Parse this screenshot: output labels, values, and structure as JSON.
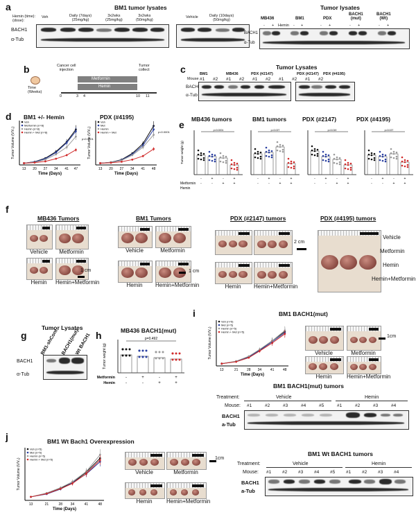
{
  "a": {
    "label": "a",
    "left_title": "BM1 tumor lysates",
    "right_title": "Tumor lysates",
    "hemin_header": "Hemin (time):\n(dose):",
    "groups": [
      "Veh",
      "Daily (7days)\n(25mg/kg)",
      "3x2wks\n(25mg/kg)",
      "3x2wks\n(50mg/kg)",
      "Vehicle",
      "Daily (10days)\n(50mg/kg)"
    ],
    "rows": [
      "BACH1",
      "α-Tub"
    ],
    "right_groups": [
      "MB436",
      "BM1",
      "PDX",
      "BACH1\n(mut)",
      "BACH1\n(Wt)"
    ],
    "hemin_row": "Hemin",
    "signs": [
      "-",
      "+",
      "-",
      "+",
      "-",
      "+",
      "-",
      "+",
      "-",
      "+"
    ],
    "right_rows": [
      "BACH1",
      "α-Tub"
    ]
  },
  "b": {
    "label": "b",
    "injection": "Cancer cell\ninjection",
    "collect": "Tumor\ncollect",
    "metformin": "Metformin",
    "hemin": "Hemin",
    "time": "Time\n(Weeks)",
    "ticks": [
      "0",
      "3",
      "4",
      "10",
      "11"
    ]
  },
  "c": {
    "label": "c",
    "title": "Tumor Lysates",
    "groups": [
      "BM1",
      "MB436",
      "PDX (#2147)",
      "PDX (#2147)",
      "PDX (#4195)"
    ],
    "mouse_label": "Mouse",
    "mice": [
      "#1",
      "#2",
      "#1",
      "#2",
      "#1",
      "#2",
      "#1",
      "#2",
      "#1",
      "#2"
    ],
    "rows": [
      "BACH1",
      "α-Tub"
    ]
  },
  "d": {
    "label": "d",
    "titles": [
      "BM1 +/- Hemin",
      "PDX (#4195)"
    ],
    "ylabel": "Tumor Volume (V/V₀)",
    "xlabel": "Time (Days)",
    "legend_bm1": [
      "Veh",
      "Metformin (n=8)",
      "Hemin (n=8)",
      "Hemin + Met (n=8)"
    ],
    "legend_pdx": [
      "Veh",
      "Met",
      "Hemin",
      "Hemin + Met"
    ],
    "pvals": [
      "p<0.0001",
      "p<0.0001"
    ]
  },
  "e": {
    "label": "e",
    "titles": [
      "MB436 tumors",
      "BM1 tumors",
      "PDX (#2147)",
      "PDX (#4195)"
    ],
    "ylabel": "Tumor weight (g)",
    "metformin": "Metformin",
    "hemin": "Hemin",
    "signs_met": [
      "-",
      "+",
      "-",
      "+"
    ],
    "signs_hem": [
      "-",
      "-",
      "+",
      "+"
    ],
    "pvals": [
      "p<0.0001",
      "p=0.027",
      "p=0.019",
      "p=0.027"
    ]
  },
  "f": {
    "label": "f",
    "titles": [
      "MB436 Tumors",
      "BM1 Tumors",
      "PDX (#2147) tumors",
      "PDX (#4195) tumors"
    ],
    "conds": [
      "Vehicle",
      "Metformin",
      "Hemin",
      "Hemin+Metformin"
    ],
    "scale_1cm": "1 cm",
    "scale_2cm": "2 cm",
    "pdx4195_labels": [
      "Vehicle",
      "Metformin",
      "Hemin",
      "Hemin+Metformin"
    ]
  },
  "g": {
    "label": "g",
    "title": "Tumor Lysates",
    "cols": [
      "BM1-shCont",
      "BACH1(mut)",
      "Wt BACH1"
    ],
    "rows": [
      "BACH1",
      "α-Tub"
    ]
  },
  "h": {
    "label": "h",
    "title": "MB436 BACH1(mut)",
    "ylabel": "Tumor weight (g)",
    "pval": "p=0.492",
    "metformin": "Metformin",
    "hemin": "Hemin"
  },
  "i": {
    "label": "i",
    "title": "BM1 BACH1(mut)",
    "legend": [
      "Veh (n=5)",
      "Met (n=5)",
      "Hemin (n=5)",
      "Hemin + Met (n=5)"
    ],
    "ylabel": "Tumor Volume (V/V₀)",
    "xlabel": "Time (Days)",
    "photo_labels": [
      "Vehicle",
      "Metformin",
      "Hemin",
      "Hemin+Metformin"
    ],
    "scale": "1cm",
    "blot_title": "BM1 BACH1(mut) tumors",
    "treatment": "Treatment:",
    "vehicle": "Vehicle",
    "hemin": "Hemin",
    "mouse": "Mouse:",
    "mice": [
      "#1",
      "#2",
      "#3",
      "#4",
      "#5",
      "#1",
      "#2",
      "#3",
      "#4"
    ],
    "rows": [
      "BACH1",
      "a-Tub"
    ]
  },
  "j": {
    "label": "j",
    "title": "BM1 Wt Bach1 Overexpression",
    "legend": [
      "Veh (n=5)",
      "Met (n=5)",
      "Hemin (n=5)",
      "Hemin + Met (n=5)"
    ],
    "ylabel": "Tumor Volume (V/V₀)",
    "xlabel": "Time (Days)",
    "photo_labels": [
      "Vehicle",
      "Metformin",
      "Hemin",
      "Hemin+Metformin"
    ],
    "scale": "1cm",
    "blot_title": "BM1 Wt BACH1 tumors",
    "treatment": "Treatment:",
    "vehicle": "Vehicle",
    "hemin": "Hemin",
    "mouse": "Mouse:",
    "mice": [
      "#1",
      "#2",
      "#3",
      "#4",
      "#5",
      "#1",
      "#2",
      "#3",
      "#4"
    ],
    "rows": [
      "BACH1",
      "a-Tub"
    ]
  },
  "colors": {
    "veh": "#111111",
    "met": "#2a3fa0",
    "hemin": "#9a9a9a",
    "combo": "#d02a2a"
  },
  "chart_data": [
    {
      "type": "line",
      "panel": "d-left",
      "x": [
        13,
        20,
        27,
        34,
        41,
        47
      ],
      "series": [
        {
          "values": [
            1,
            1.8,
            3.8,
            7.5,
            13,
            20
          ]
        },
        {
          "values": [
            1,
            1.7,
            3.5,
            7,
            12.5,
            19
          ]
        },
        {
          "values": [
            1,
            1.5,
            3,
            6,
            10,
            16
          ]
        },
        {
          "values": [
            1,
            1.3,
            2,
            3.5,
            5.5,
            8.5
          ]
        }
      ],
      "ylim": [
        0,
        25
      ]
    },
    {
      "type": "line",
      "panel": "d-right",
      "x": [
        13,
        20,
        27,
        34,
        41,
        48
      ],
      "series": [
        {
          "values": [
            1,
            1.5,
            3,
            6.5,
            12,
            22
          ]
        },
        {
          "values": [
            1,
            1.4,
            2.8,
            6,
            11,
            20
          ]
        },
        {
          "values": [
            1,
            1.4,
            2.6,
            5.5,
            10,
            17
          ]
        },
        {
          "values": [
            1,
            1.2,
            1.8,
            3,
            5,
            9
          ]
        }
      ],
      "ylim": [
        0,
        25
      ]
    },
    {
      "type": "line",
      "panel": "i",
      "x": [
        13,
        21,
        28,
        34,
        41,
        48
      ],
      "series": [
        {
          "values": [
            1,
            2,
            4,
            7,
            11,
            15
          ]
        },
        {
          "values": [
            1,
            1.9,
            3.8,
            6.8,
            10.5,
            14.5
          ]
        },
        {
          "values": [
            1,
            2.1,
            4.2,
            7.2,
            11,
            15.5
          ]
        },
        {
          "values": [
            1,
            1.8,
            3.6,
            6.5,
            10,
            14
          ]
        }
      ],
      "ylim": [
        0,
        20
      ]
    },
    {
      "type": "line",
      "panel": "j",
      "x": [
        13,
        21,
        28,
        34,
        41,
        48
      ],
      "series": [
        {
          "values": [
            1,
            2,
            3.5,
            5,
            8,
            12
          ]
        },
        {
          "values": [
            1,
            1.8,
            3.2,
            5,
            7.5,
            11
          ]
        },
        {
          "values": [
            1,
            2.1,
            3.6,
            5.3,
            8.2,
            13
          ]
        },
        {
          "values": [
            1,
            1.9,
            3.3,
            4.8,
            7.6,
            11.5
          ]
        }
      ],
      "ylim": [
        0,
        15
      ]
    }
  ]
}
